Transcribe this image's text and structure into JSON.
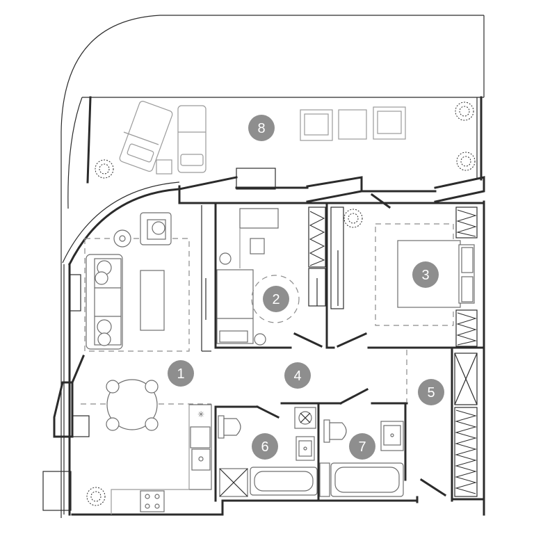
{
  "rooms": [
    {
      "id": "living-kitchen",
      "label": "1"
    },
    {
      "id": "bedroom-small",
      "label": "2"
    },
    {
      "id": "bedroom-master",
      "label": "3"
    },
    {
      "id": "hall",
      "label": "4"
    },
    {
      "id": "wardrobe-hall",
      "label": "5"
    },
    {
      "id": "bathroom-1",
      "label": "6"
    },
    {
      "id": "bathroom-2",
      "label": "7"
    },
    {
      "id": "terrace",
      "label": "8"
    }
  ],
  "colors": {
    "walls": "#2b2b2b",
    "furniture": "#6d6d6d",
    "badge": "#8e8e8e",
    "badge_text": "#ffffff",
    "background": "#ffffff"
  }
}
